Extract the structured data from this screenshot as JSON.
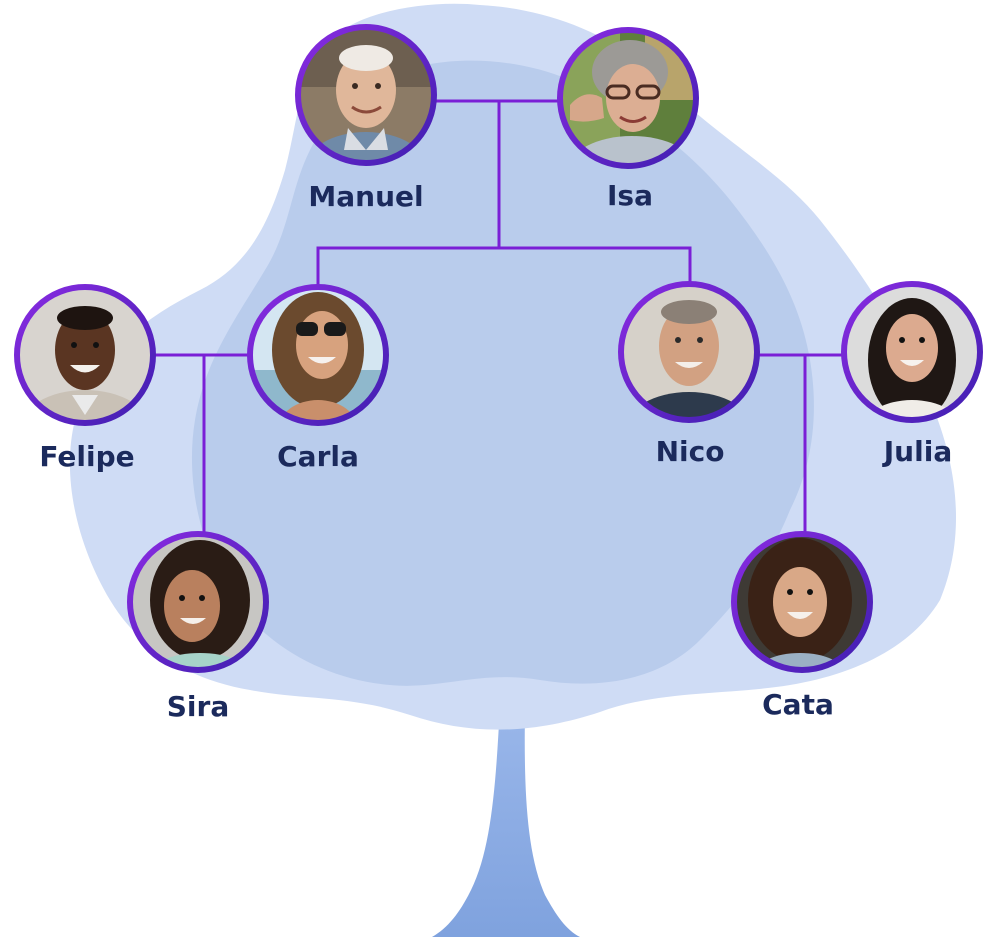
{
  "colors": {
    "canopy_outer": "#cfdcf5",
    "canopy_inner": "#b9ccec",
    "trunk": "#8eaee3",
    "connector": "#7a1fd6",
    "ring": "#6d1fd0",
    "label": "#1b2a5c"
  },
  "people": [
    {
      "id": "manuel",
      "name": "Manuel"
    },
    {
      "id": "isa",
      "name": "Isa"
    },
    {
      "id": "felipe",
      "name": "Felipe"
    },
    {
      "id": "carla",
      "name": "Carla"
    },
    {
      "id": "nico",
      "name": "Nico"
    },
    {
      "id": "julia",
      "name": "Julia"
    },
    {
      "id": "sira",
      "name": "Sira"
    },
    {
      "id": "cata",
      "name": "Cata"
    }
  ]
}
